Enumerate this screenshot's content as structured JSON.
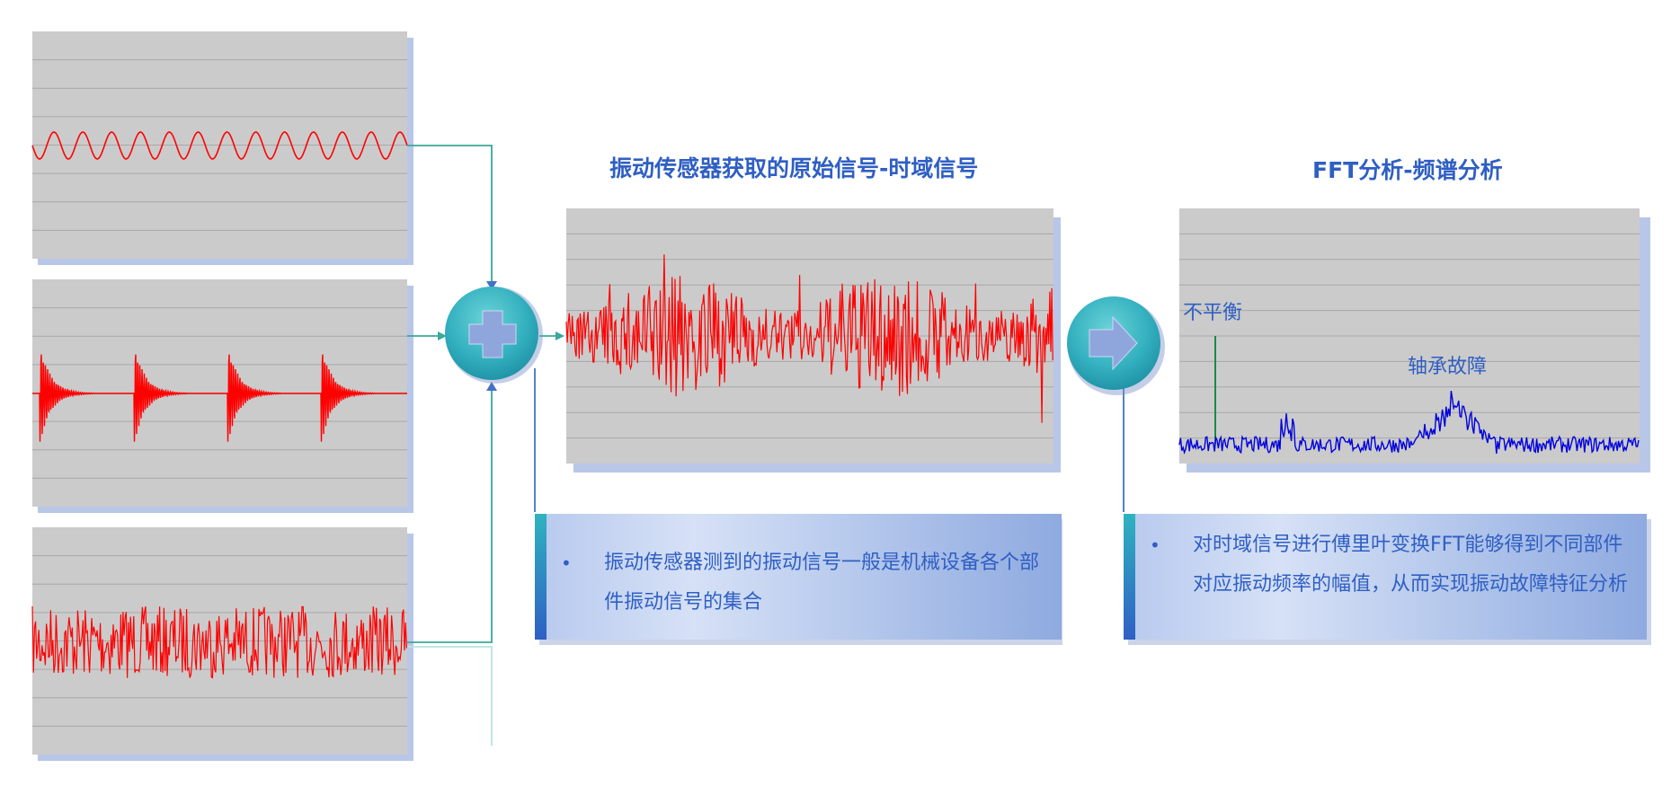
{
  "title_time": "振动传感器获取的原始信号-时域信号",
  "title_fft": "FFT分析-频谱分析",
  "note_left": "振动传感器测到的振动信号一般是机械设备各个部件振动信号的集合",
  "note_right": "对时域信号进行傅里叶变换FFT能够得到不同部件对应振动频率的幅值，从而实现振动故障特征分析",
  "bullet": "•",
  "label_imbalance": "不平衡",
  "label_bearing": "轴承故障",
  "icons": {
    "sum": "plus-icon",
    "process": "arrow-right-icon"
  },
  "colors": {
    "panel_bg": "#cbcbcb",
    "grid": "#a8a8a8",
    "signal": "#ff0000",
    "spectrum": "#0000dd",
    "imbalance_peak": "#1a8a4a",
    "connector": "#3aa89a",
    "connector_blue": "#4472c4",
    "title": "#2f5fc4",
    "circle": "#2fb3c0"
  }
}
